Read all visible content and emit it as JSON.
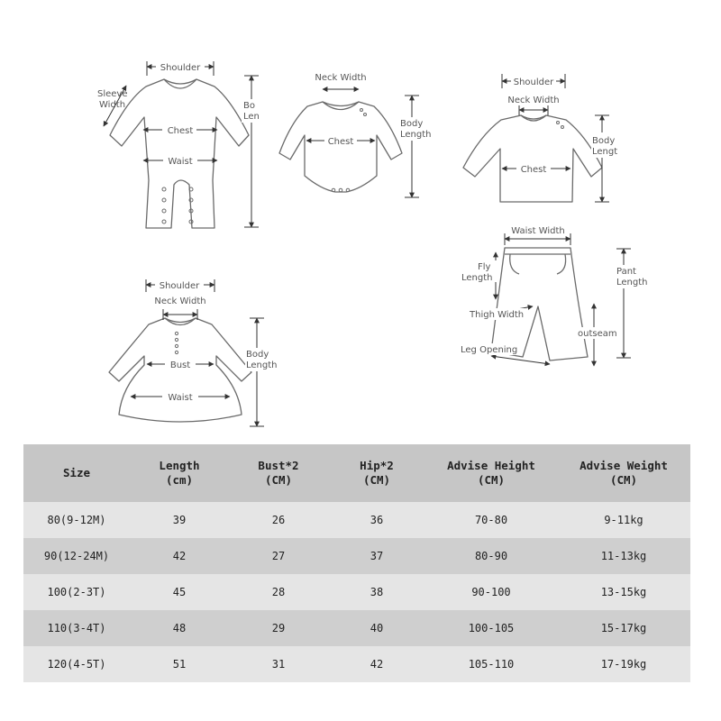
{
  "diagrams": {
    "romper": {
      "shoulder": "Shoulder",
      "sleeve_width_1": "Sleeve",
      "sleeve_width_2": "Width",
      "chest": "Chest",
      "waist": "Waist",
      "body_length_1": "Bo",
      "body_length_2": "Len"
    },
    "bodysuit": {
      "neck_width": "Neck Width",
      "chest": "Chest",
      "body_length_1": "Body",
      "body_length_2": "Length"
    },
    "shirt": {
      "shoulder": "Shoulder",
      "neck_width": "Neck Width",
      "chest": "Chest",
      "body_length_1": "Body",
      "body_length_2": "Lengt"
    },
    "pants": {
      "waist_width": "Waist Width",
      "fly_length_1": "Fly",
      "fly_length_2": "Length",
      "pant_length_1": "Pant",
      "pant_length_2": "Length",
      "thigh_width": "Thigh Width",
      "outseam": "outseam",
      "leg_opening": "Leg Opening"
    },
    "dress": {
      "shoulder": "Shoulder",
      "neck_width": "Neck Width",
      "bust": "Bust",
      "waist": "Waist",
      "body_length_1": "Body",
      "body_length_2": "Length"
    }
  },
  "size_table": {
    "headers": [
      {
        "line1": "Size",
        "line2": ""
      },
      {
        "line1": "Length",
        "line2": "(cm)"
      },
      {
        "line1": "Bust*2",
        "line2": "(CM)"
      },
      {
        "line1": "Hip*2",
        "line2": "(CM)"
      },
      {
        "line1": "Advise Height",
        "line2": "(CM)"
      },
      {
        "line1": "Advise Weight",
        "line2": "(CM)"
      }
    ],
    "rows": [
      [
        "80(9-12M)",
        "39",
        "26",
        "36",
        "70-80",
        "9-11kg"
      ],
      [
        "90(12-24M)",
        "42",
        "27",
        "37",
        "80-90",
        "11-13kg"
      ],
      [
        "100(2-3T)",
        "45",
        "28",
        "38",
        "90-100",
        "13-15kg"
      ],
      [
        "110(3-4T)",
        "48",
        "29",
        "40",
        "100-105",
        "15-17kg"
      ],
      [
        "120(4-5T)",
        "51",
        "31",
        "42",
        "105-110",
        "17-19kg"
      ]
    ]
  }
}
